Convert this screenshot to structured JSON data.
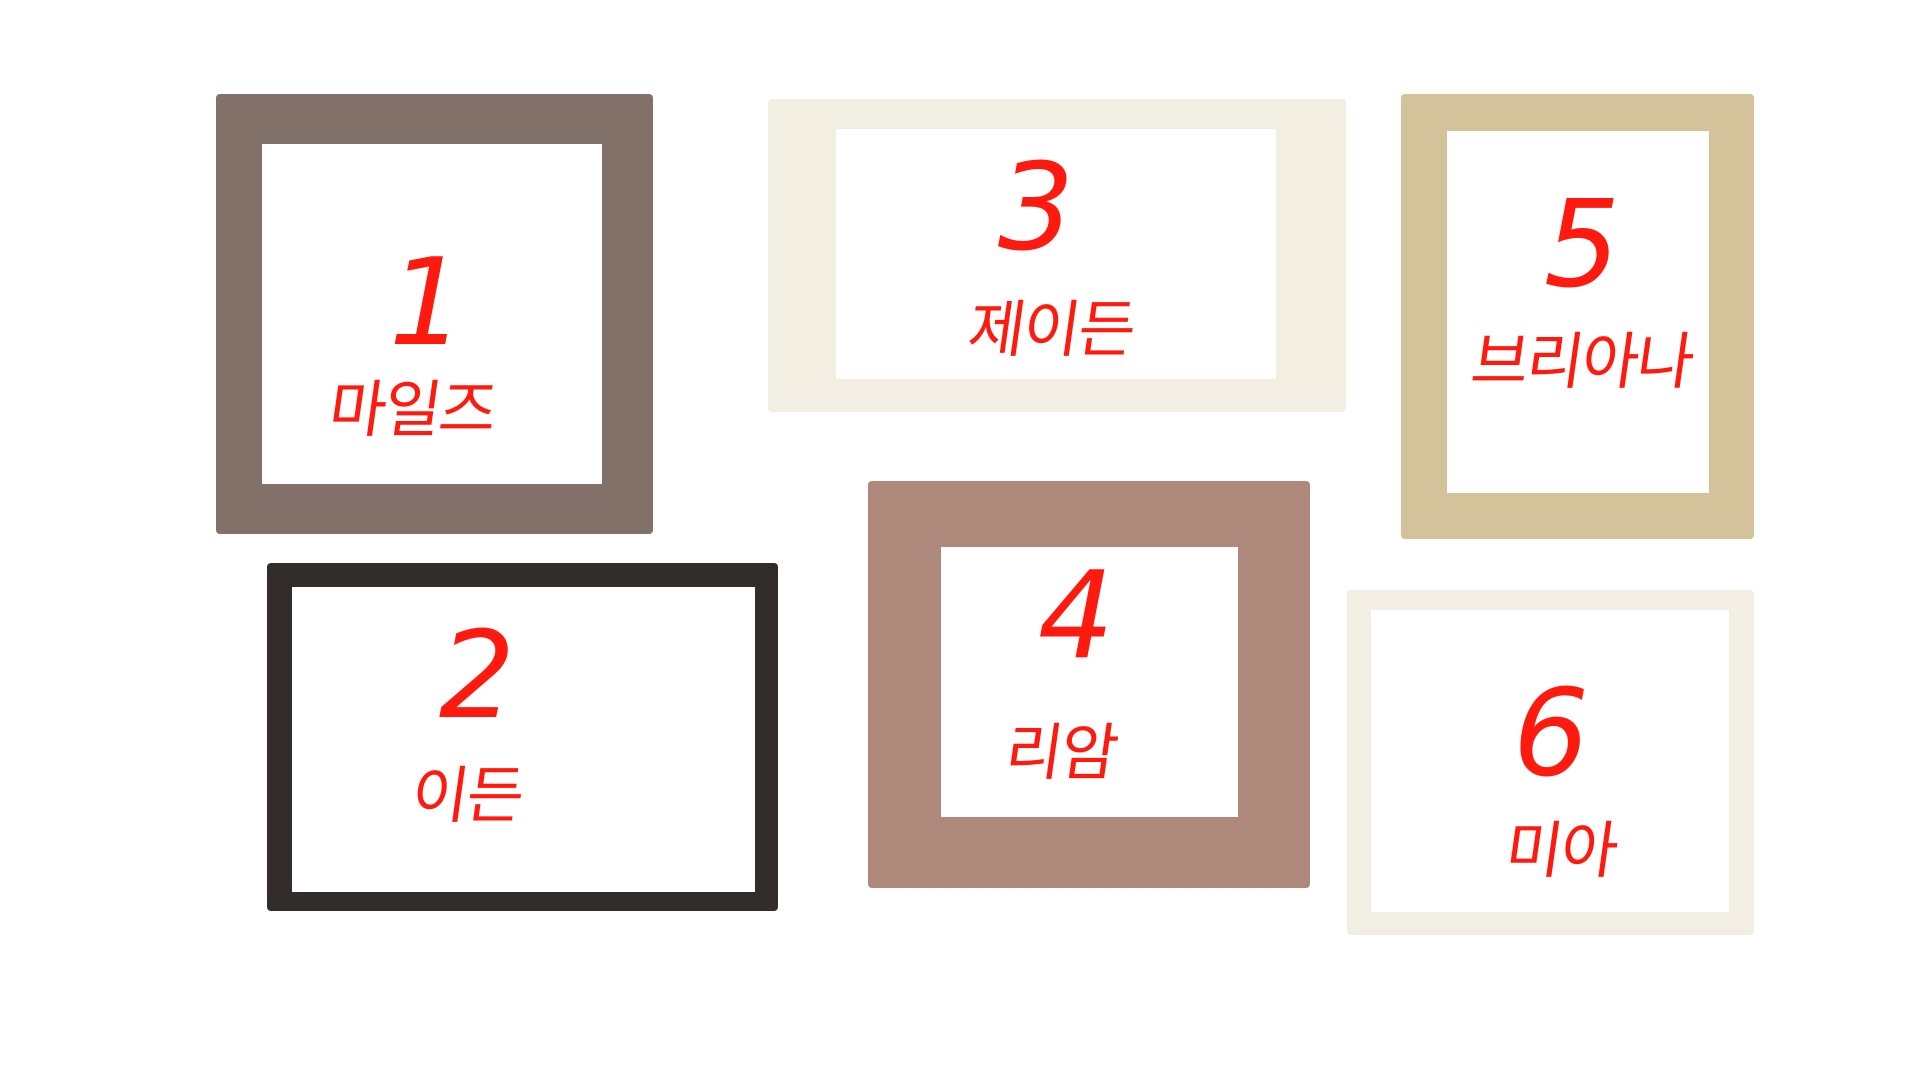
{
  "frames": [
    {
      "id": "f1",
      "number": "1",
      "name": "마일즈",
      "frame_color": "#827168"
    },
    {
      "id": "f2",
      "number": "2",
      "name": "이든",
      "frame_color": "#322c2a"
    },
    {
      "id": "f3",
      "number": "3",
      "name": "제이든",
      "frame_color": "#f3eee2"
    },
    {
      "id": "f4",
      "number": "4",
      "name": "리암",
      "frame_color": "#ae897b"
    },
    {
      "id": "f5",
      "number": "5",
      "name": "브리아나",
      "frame_color": "#d3c29a"
    },
    {
      "id": "f6",
      "number": "6",
      "name": "미아",
      "frame_color": "#f3eee2"
    }
  ],
  "colors": {
    "annotation": "#ff1a10",
    "background": "#ffffff"
  }
}
